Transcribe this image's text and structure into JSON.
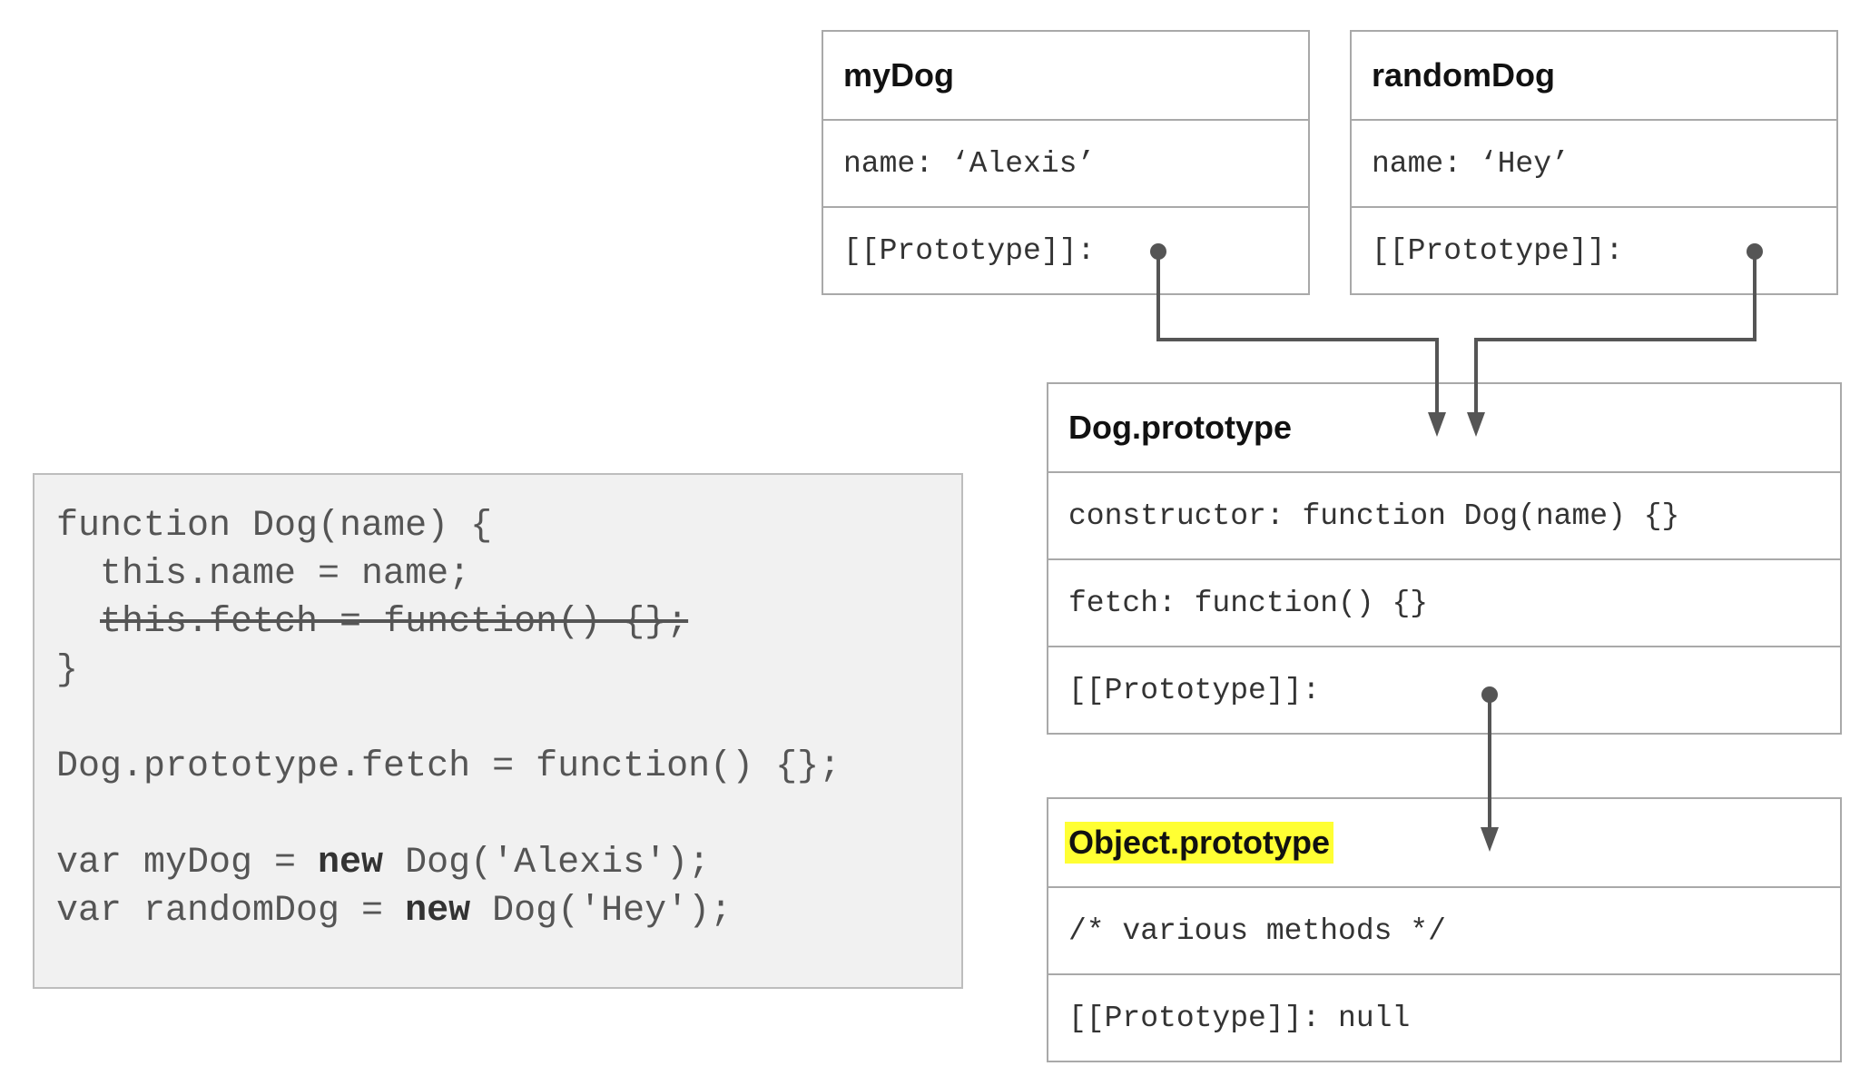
{
  "mydog": {
    "title": "myDog",
    "name_row": "name: ‘Alexis’",
    "proto_row": "[[Prototype]]:"
  },
  "randomdog": {
    "title": "randomDog",
    "name_row": "name: ‘Hey’",
    "proto_row": "[[Prototype]]:"
  },
  "dogproto": {
    "title": "Dog.prototype",
    "constructor_row": "constructor: function Dog(name) {}",
    "fetch_row": "fetch: function() {}",
    "proto_row": "[[Prototype]]:"
  },
  "objproto": {
    "title": "Object.prototype",
    "methods_row": "/* various methods */",
    "proto_row": "[[Prototype]]: null"
  },
  "code": {
    "line1": "function Dog(name) {",
    "line2": "  this.name = name;",
    "line3_indent": "  ",
    "line3_struck": "this.fetch = function() {};",
    "line4": "}",
    "line5": "Dog.prototype.fetch = function() {};",
    "line6_pre": "var myDog = ",
    "line6_kw": "new",
    "line6_post": " Dog('Alexis');",
    "line7_pre": "var randomDog = ",
    "line7_kw": "new",
    "line7_post": " Dog('Hey');"
  },
  "colors": {
    "highlight": "#ffff33",
    "arrow": "#555555",
    "border": "#a9a9a9",
    "code_bg": "#f1f1f1"
  }
}
